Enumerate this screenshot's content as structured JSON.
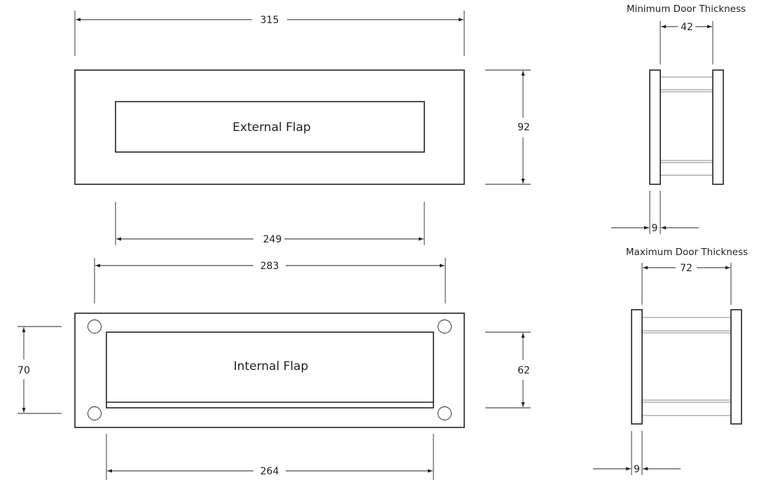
{
  "external": {
    "flap_label": "External Flap",
    "width_label": "315",
    "height_label": "92",
    "opening_label": "249"
  },
  "internal": {
    "flap_label": "Internal Flap",
    "hole_span_label": "283",
    "height_label": "70",
    "opening_height_label": "62",
    "opening_width_label": "264"
  },
  "min_door": {
    "title": "Minimum Door Thickness",
    "thickness_label": "42",
    "plate_label": "9"
  },
  "max_door": {
    "title": "Maximum Door Thickness",
    "thickness_label": "72",
    "plate_label": "9"
  }
}
